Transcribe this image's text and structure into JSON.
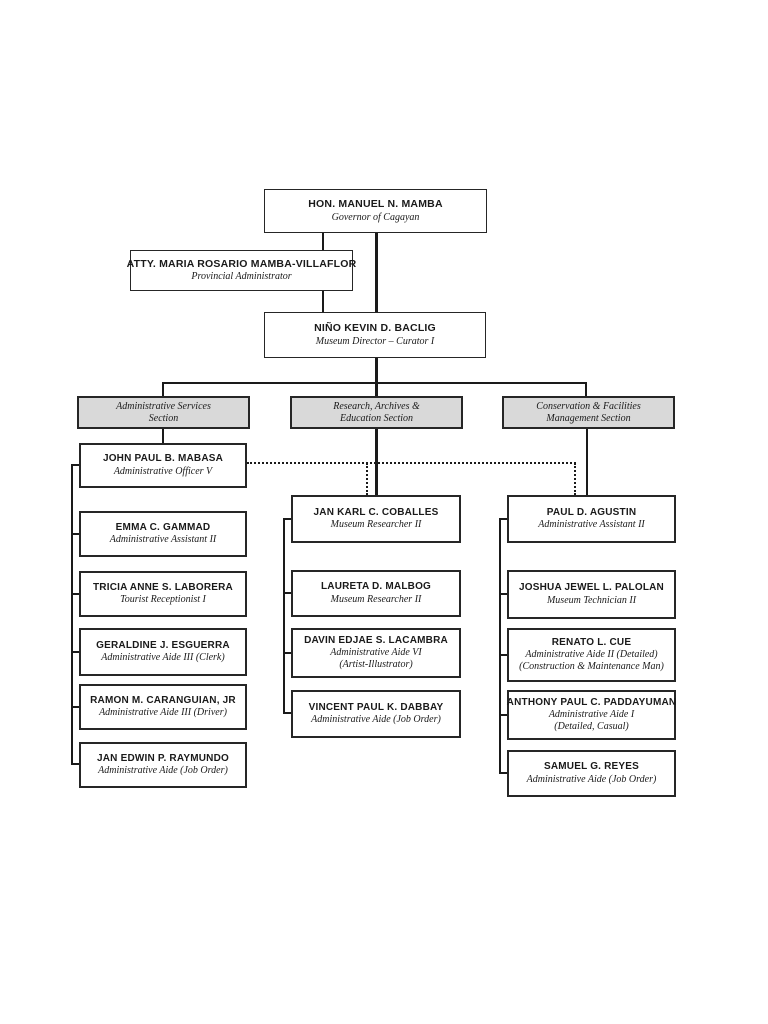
{
  "colors": {
    "box_border": "#262626",
    "section_fill": "#d9d9d9",
    "line": "#1a1a1a",
    "page_background": "#ffffff"
  },
  "top": {
    "governor": {
      "name": "HON. MANUEL N. MAMBA",
      "title": "Governor of Cagayan"
    },
    "provincial_admin": {
      "name": "ATTY. MARIA ROSARIO MAMBA-VILLAFLOR",
      "title": "Provincial Administrator"
    },
    "director": {
      "name": "NIÑO KEVIN D. BACLIG",
      "title": "Museum Director – Curator I"
    }
  },
  "sections": {
    "admin": {
      "line1": "Administrative Services",
      "line2": "Section"
    },
    "research": {
      "line1": "Research, Archives &",
      "line2": "Education Section"
    },
    "conservation": {
      "line1": "Conservation & Facilities",
      "line2": "Management Section"
    }
  },
  "staff": {
    "mabasa": {
      "name": "JOHN PAUL B. MABASA",
      "title": "Administrative Officer V"
    },
    "gammad": {
      "name": "EMMA C. GAMMAD",
      "title": "Administrative Assistant II"
    },
    "laborera": {
      "name": "TRICIA ANNE S. LABORERA",
      "title": "Tourist Receptionist I"
    },
    "esguerra": {
      "name": "GERALDINE J. ESGUERRA",
      "title": "Administrative Aide III (Clerk)"
    },
    "caranguian": {
      "name": "RAMON M. CARANGUIAN, JR",
      "title": "Administrative Aide III (Driver)"
    },
    "raymundo": {
      "name": "JAN EDWIN P. RAYMUNDO",
      "title": "Administrative Aide (Job Order)"
    },
    "coballes": {
      "name": "JAN KARL C. COBALLES",
      "title": "Museum Researcher II"
    },
    "malbog": {
      "name": "LAURETA D. MALBOG",
      "title": "Museum Researcher II"
    },
    "lacambra": {
      "name": "DAVIN EDJAE S. LACAMBRA",
      "title": "Administrative Aide VI",
      "title2": "(Artist-Illustrator)"
    },
    "dabbay": {
      "name": "VINCENT PAUL K. DABBAY",
      "title": "Administrative Aide (Job Order)"
    },
    "agustin": {
      "name": "PAUL D. AGUSTIN",
      "title": "Administrative Assistant II"
    },
    "palolan": {
      "name": "JOSHUA JEWEL L. PALOLAN",
      "title": "Museum Technician II"
    },
    "cue": {
      "name": "RENATO L. CUE",
      "title": "Administrative Aide II (Detailed)",
      "title2": "(Construction & Maintenance Man)"
    },
    "paddayuman": {
      "name": "ANTHONY PAUL C. PADDAYUMAN",
      "title": "Administrative Aide I",
      "title2": "(Detailed, Casual)"
    },
    "reyes": {
      "name": "SAMUEL G. REYES",
      "title": "Administrative Aide (Job Order)"
    }
  }
}
